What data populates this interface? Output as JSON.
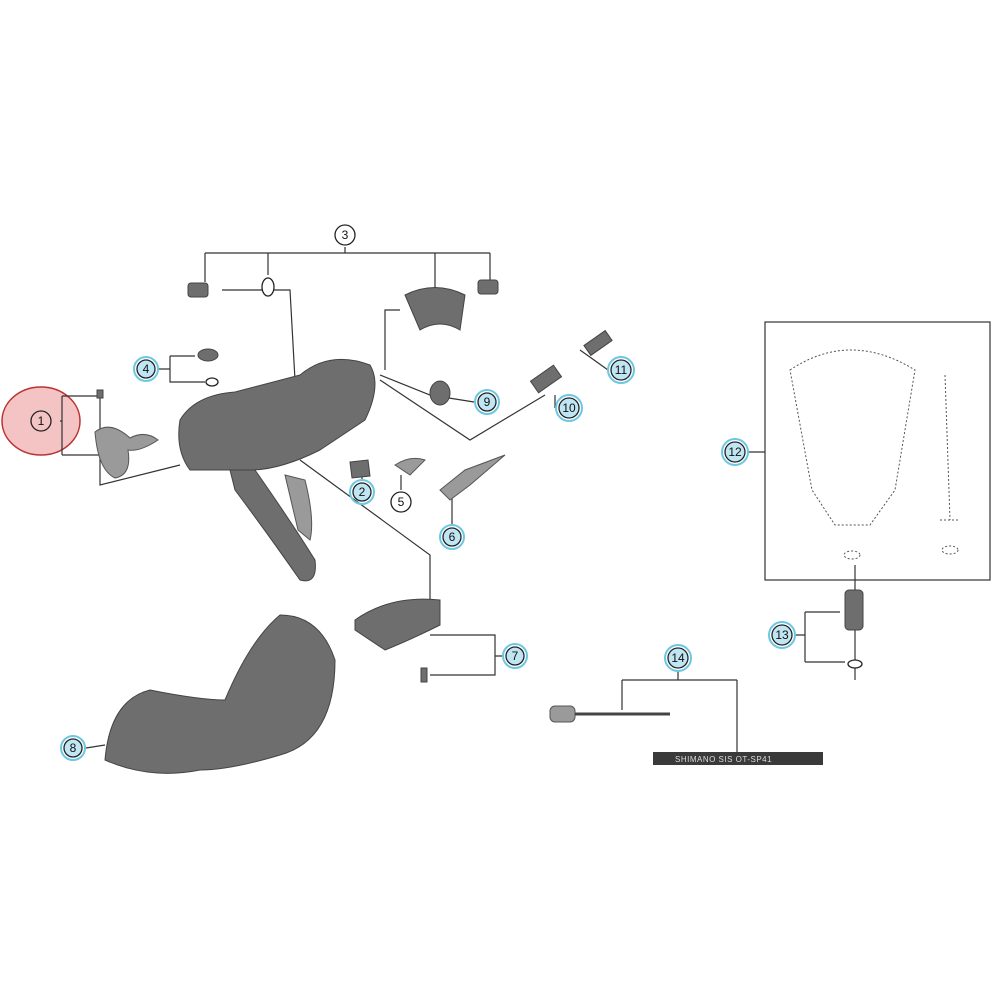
{
  "diagram": {
    "callouts": {
      "c1": "1",
      "c2": "2",
      "c3": "3",
      "c4": "4",
      "c5": "5",
      "c6": "6",
      "c7": "7",
      "c8": "8",
      "c9": "9",
      "c10": "10",
      "c11": "11",
      "c12": "12",
      "c13": "13",
      "c14": "14"
    },
    "cable_print": "SHIMANO SIS  OT-SP41",
    "colors": {
      "highlight": "#f4b9b9",
      "callout_blue": "#bfe6f2",
      "part_gray": "#6e6e6e"
    }
  }
}
